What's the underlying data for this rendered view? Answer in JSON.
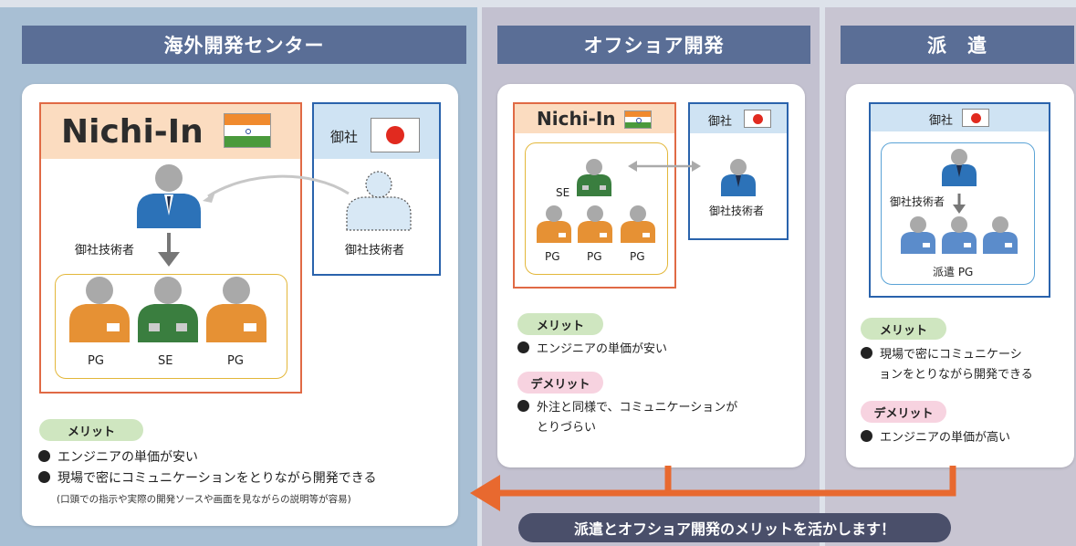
{
  "panels": {
    "center": {
      "title": "海外開発センター",
      "logo": "Nichi-In",
      "client_label": "御社",
      "engineer_label": "御社技術者",
      "client_engineer_label": "御社技術者",
      "team": [
        "PG",
        "SE",
        "PG"
      ],
      "merit_label": "メリット",
      "merits": [
        "エンジニアの単価が安い",
        "現場で密にコミュニケーションをとりながら開発できる"
      ],
      "note": "(口頭での指示や実際の開発ソースや画面を見ながらの説明等が容易)"
    },
    "offshore": {
      "title": "オフショア開発",
      "logo": "Nichi-In",
      "client_label": "御社",
      "se_label": "SE",
      "team": [
        "PG",
        "PG",
        "PG"
      ],
      "client_engineer_label": "御社技術者",
      "merit_label": "メリット",
      "merit": "エンジニアの単価が安い",
      "demerit_label": "デメリット",
      "demerit_line1": "外注と同様で、コミュニケーションが",
      "demerit_line2": "とりづらい"
    },
    "dispatch": {
      "title": "派　遣",
      "client_label": "御社",
      "engineer_label": "御社技術者",
      "pg_label": "派遣 PG",
      "merit_label": "メリット",
      "merit_line1": "現場で密にコミュニケーシ",
      "merit_line2": "ョンをとりながら開発できる",
      "demerit_label": "デメリット",
      "demerit": "エンジニアの単価が高い"
    }
  },
  "banner": "派遣とオフショア開発のメリットを活かします！",
  "colors": {
    "header": "#5a6e96",
    "orange": "#e06a45",
    "blue": "#2a63ac",
    "merit_pill": "#cfe6c0",
    "demerit_pill": "#f7d3e0"
  }
}
